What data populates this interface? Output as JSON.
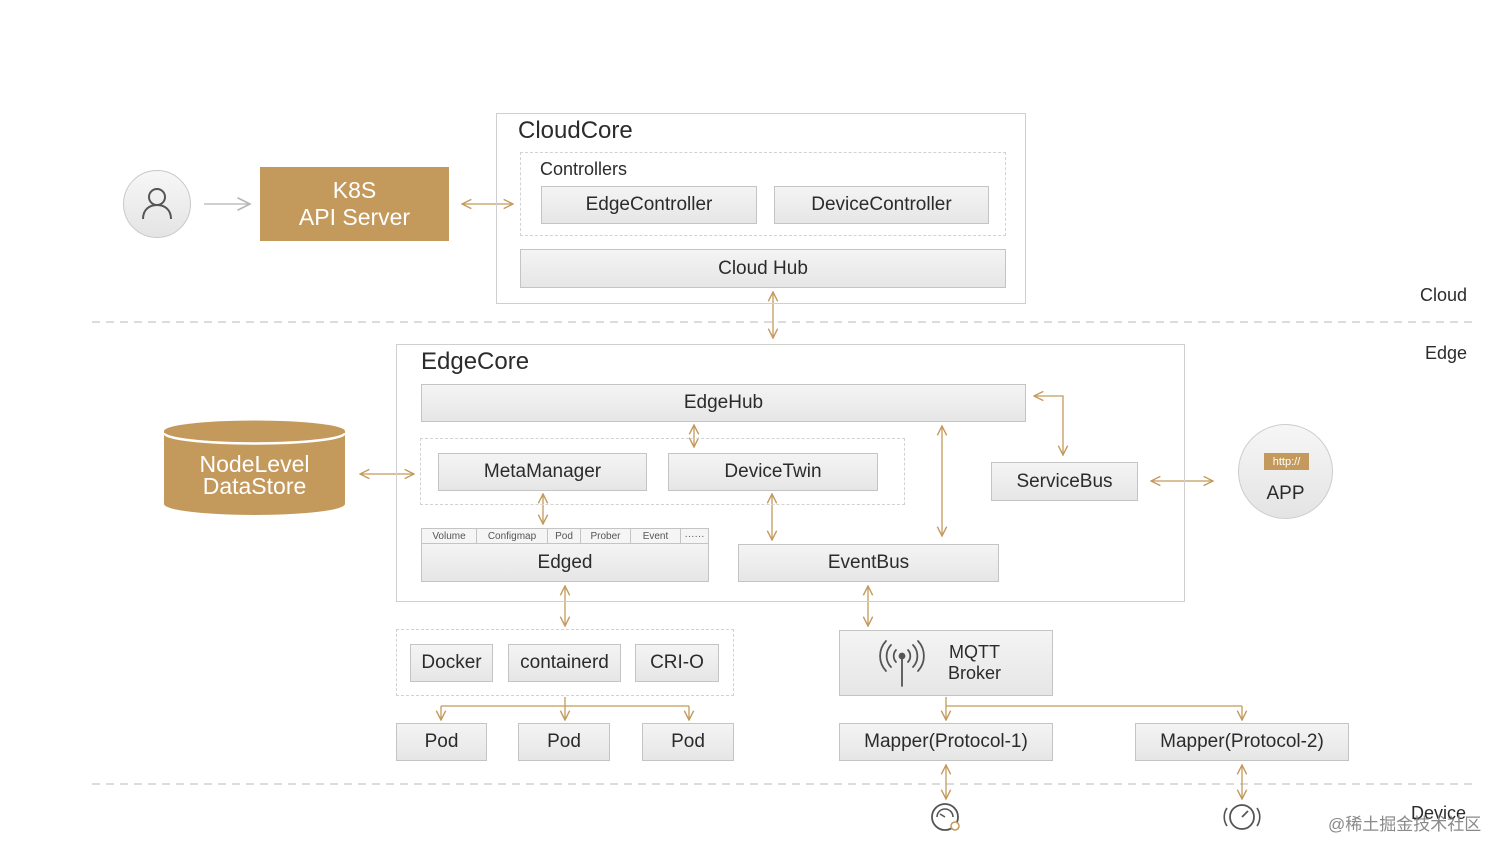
{
  "cloudcore": {
    "title": "CloudCore",
    "controllers_label": "Controllers",
    "edge_controller": "EdgeController",
    "device_controller": "DeviceController",
    "cloud_hub": "Cloud Hub"
  },
  "k8s": {
    "line1": "K8S",
    "line2": "API Server"
  },
  "zones": {
    "cloud": "Cloud",
    "edge": "Edge",
    "device": "Device"
  },
  "edgecore": {
    "title": "EdgeCore",
    "edge_hub": "EdgeHub",
    "meta_manager": "MetaManager",
    "device_twin": "DeviceTwin",
    "edged": "Edged",
    "event_bus": "EventBus",
    "edged_tabs": [
      "Volume",
      "Configmap",
      "Pod",
      "Prober",
      "Event",
      "······"
    ]
  },
  "service_bus": "ServiceBus",
  "app": {
    "badge": "http://",
    "label": "APP"
  },
  "datastore": {
    "line1": "NodeLevel",
    "line2": "DataStore"
  },
  "runtimes": [
    "Docker",
    "containerd",
    "CRI-O"
  ],
  "pods": [
    "Pod",
    "Pod",
    "Pod"
  ],
  "mqtt": {
    "line1": "MQTT",
    "line2": "Broker"
  },
  "mappers": [
    "Mapper(Protocol-1)",
    "Mapper(Protocol-2)"
  ],
  "watermark": "@稀土掘金技术社区",
  "colors": {
    "accent": "#c49a5c",
    "box_fill": "#eeeeee",
    "border": "#c4c4c4"
  },
  "icons": [
    "user-icon",
    "antenna-icon",
    "device-gauge-icon"
  ]
}
